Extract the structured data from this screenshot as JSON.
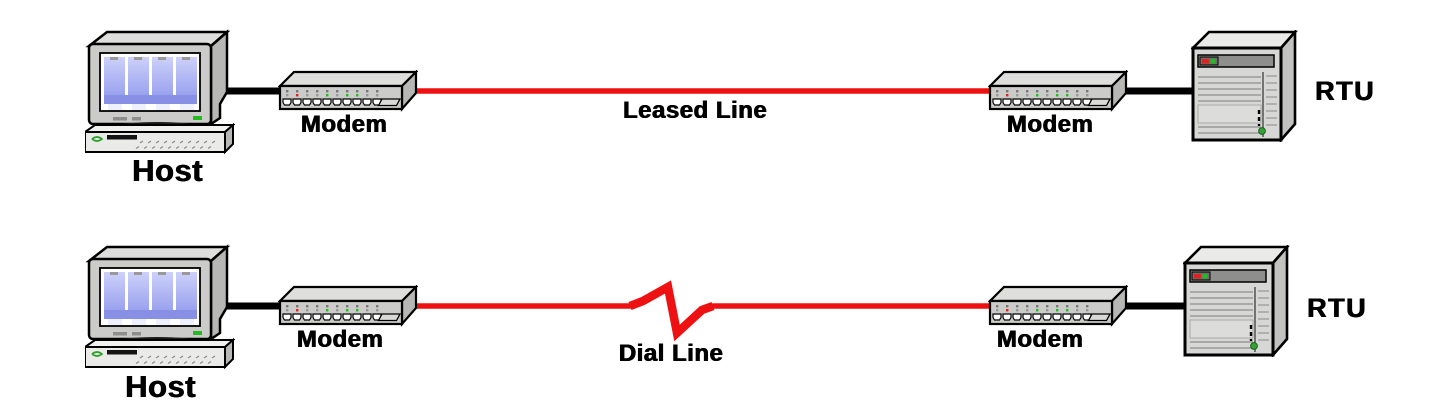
{
  "diagram": {
    "title_hint": "Host to RTU serial modem links",
    "rows": [
      {
        "name": "leased-line-link",
        "host": {
          "label": "Host"
        },
        "modem_left": {
          "label": "Modem"
        },
        "link": {
          "label": "Leased Line",
          "style": "solid-red"
        },
        "modem_right": {
          "label": "Modem"
        },
        "rtu": {
          "label": "RTU"
        }
      },
      {
        "name": "dial-line-link",
        "host": {
          "label": "Host"
        },
        "modem_left": {
          "label": "Modem"
        },
        "link": {
          "label": "Dial Line",
          "style": "broken-red"
        },
        "modem_right": {
          "label": "Modem"
        },
        "rtu": {
          "label": "RTU"
        }
      }
    ],
    "colors": {
      "line-red": "#ee1111",
      "cable-black": "#000000",
      "outline": "#000000",
      "device-fill": "#cbcbc9",
      "device-top": "#dededc",
      "device-side": "#b7b7b5",
      "base-fill": "#eaeae8",
      "rtu-front": "#d7d7d5",
      "rtu-top": "#eaeae8",
      "rtu-side": "#c2c2c0",
      "rtu-bay": "#8e8e8c",
      "screen-top": "#cdd1fa",
      "screen-bottom": "#9aa2ee",
      "screen-band": "#8890e6",
      "led-green": "#22bb22",
      "led-red": "#dd2222"
    }
  }
}
